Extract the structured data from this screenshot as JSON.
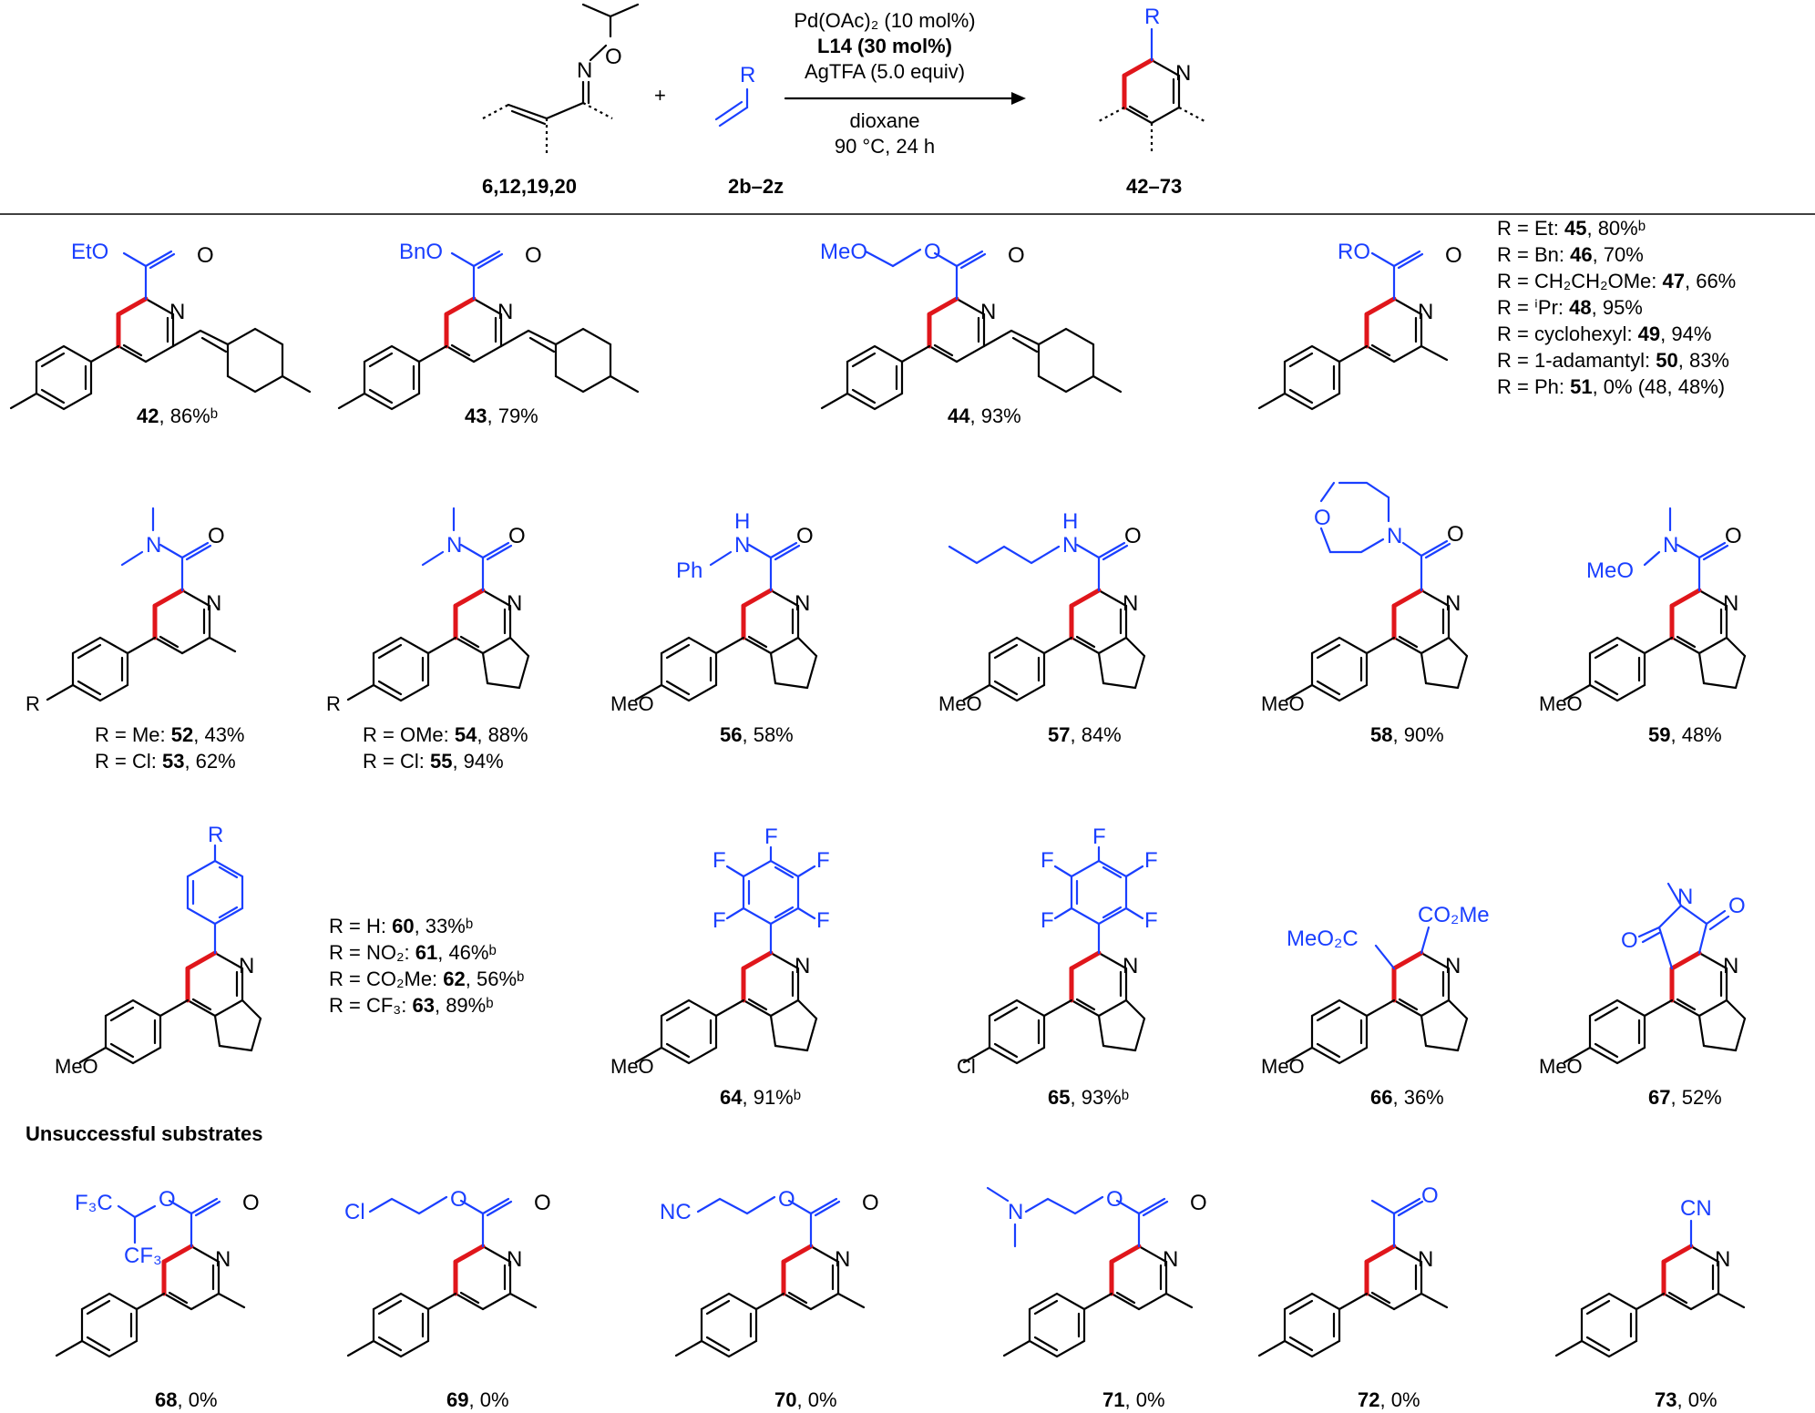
{
  "scheme": {
    "conditions": [
      "Pd(OAc)₂ (10 mol%)",
      "L14 (30 mol%)",
      "AgTFA (5.0 equiv)",
      "dioxane",
      "90 °C, 24 h"
    ],
    "plus": "+",
    "reactant1_id": "6,12,19,20",
    "reactant2_id": "2b–2z",
    "product_id": "42–73",
    "atoms": {
      "O": "O",
      "N": "N",
      "R": "R"
    }
  },
  "row1": {
    "c42": {
      "id": "42",
      "yield": ", 86%ᵇ",
      "subst": "EtO"
    },
    "c43": {
      "id": "43",
      "yield": ", 79%",
      "subst": "BnO"
    },
    "c44": {
      "id": "44",
      "yield": ", 93%",
      "subst": "MeO"
    },
    "generic_subst": "RO",
    "r_list": [
      {
        "r": "R = Et: ",
        "id": "45",
        "yield": ", 80%ᵇ"
      },
      {
        "r": "R = Bn: ",
        "id": "46",
        "yield": ", 70%"
      },
      {
        "r": "R = CH₂CH₂OMe: ",
        "id": "47",
        "yield": ", 66%"
      },
      {
        "r": "R = ⁱPr: ",
        "id": "48",
        "yield": ", 95%"
      },
      {
        "r": "R = cyclohexyl: ",
        "id": "49",
        "yield": ", 94%"
      },
      {
        "r": "R = 1-adamantyl: ",
        "id": "50",
        "yield": ", 83%"
      },
      {
        "r": "R = Ph: ",
        "id": "51",
        "yield": ", 0% (48, 48%)"
      }
    ]
  },
  "row2": {
    "c52_53": {
      "lines": [
        {
          "r": "R = Me: ",
          "id": "52",
          "yield": ", 43%"
        },
        {
          "r": "R = Cl: ",
          "id": "53",
          "yield": ", 62%"
        }
      ]
    },
    "c54_55": {
      "lines": [
        {
          "r": "R = OMe: ",
          "id": "54",
          "yield": ", 88%"
        },
        {
          "r": "R = Cl: ",
          "id": "55",
          "yield": ", 94%"
        }
      ]
    },
    "c56": {
      "id": "56",
      "yield": ", 58%",
      "subst": "Ph"
    },
    "c57": {
      "id": "57",
      "yield": ", 84%"
    },
    "c58": {
      "id": "58",
      "yield": ", 90%"
    },
    "c59": {
      "id": "59",
      "yield": ", 48%",
      "subst": "MeO"
    },
    "meo": "MeO",
    "r": "R",
    "h": "H"
  },
  "row3": {
    "r_list": [
      {
        "r": "R = H: ",
        "id": "60",
        "yield": ", 33%ᵇ"
      },
      {
        "r": "R = NO₂: ",
        "id": "61",
        "yield": ", 46%ᵇ"
      },
      {
        "r": "R = CO₂Me: ",
        "id": "62",
        "yield": ", 56%ᵇ"
      },
      {
        "r": "R = CF₃: ",
        "id": "63",
        "yield": ", 89%ᵇ"
      }
    ],
    "c64": {
      "id": "64",
      "yield": ", 91%ᵇ"
    },
    "c65": {
      "id": "65",
      "yield": ", 93%ᵇ"
    },
    "c66": {
      "id": "66",
      "yield": ", 36%",
      "subst1": "CO₂Me",
      "subst2": "MeO₂C"
    },
    "c67": {
      "id": "67",
      "yield": ", 52%"
    },
    "f": "F",
    "cl": "Cl",
    "meo": "MeO"
  },
  "unsuccessful": {
    "heading": "Unsuccessful substrates",
    "c68": {
      "id": "68",
      "yield": ", 0%",
      "subst1": "F₃C",
      "subst2": "CF₃"
    },
    "c69": {
      "id": "69",
      "yield": ", 0%",
      "subst": "Cl"
    },
    "c70": {
      "id": "70",
      "yield": ", 0%",
      "subst": "NC"
    },
    "c71": {
      "id": "71",
      "yield": ", 0%"
    },
    "c72": {
      "id": "72",
      "yield": ", 0%"
    },
    "c73": {
      "id": "73",
      "yield": ", 0%",
      "subst": "CN"
    }
  },
  "colors": {
    "substituent": "#1a3fff",
    "new_bonds": "#e0161b"
  }
}
